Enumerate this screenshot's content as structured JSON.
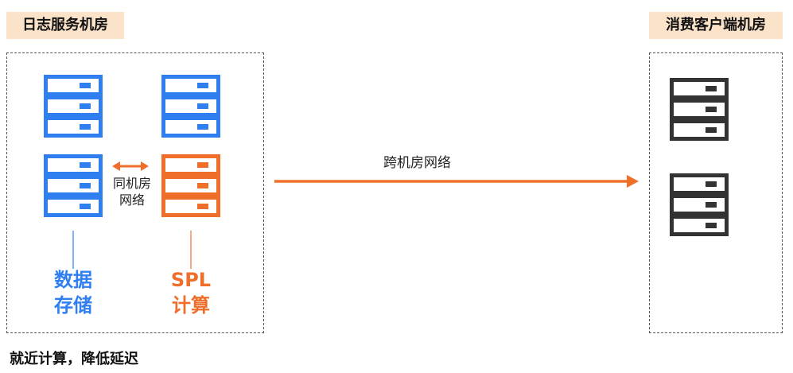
{
  "log_room": {
    "title": "日志服务机房"
  },
  "consumer_room": {
    "title": "消费客户端机房"
  },
  "storage": {
    "line1": "数据",
    "line2": "存储"
  },
  "spl": {
    "line1": "SPL",
    "line2": "计算"
  },
  "same_room": {
    "line1": "同机房",
    "line2": "网络"
  },
  "cross_room": {
    "label": "跨机房网络"
  },
  "footer": {
    "text": "就近计算，降低延迟"
  },
  "colors": {
    "blue": "#2f7ff0",
    "orange": "#ee6e2a",
    "dark": "#333333",
    "label_bg": "#fbe3c9"
  }
}
